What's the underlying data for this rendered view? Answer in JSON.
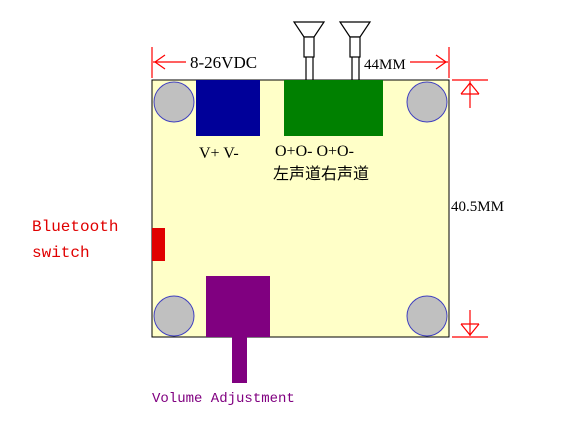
{
  "labels": {
    "voltage": "8-26VDC",
    "width_dim": "44MM",
    "height_dim": "40.5MM",
    "power_pins": "V+ V-",
    "audio_pins": "O+O- O+O-",
    "channels": "左声道右声道",
    "bluetooth_line1": "Bluetooth",
    "bluetooth_line2": "switch",
    "volume": "Volume Adjustment"
  },
  "colors": {
    "board": "#FFFFC8",
    "power_connector": "#000099",
    "audio_connector": "#008000",
    "bluetooth_switch": "#E00000",
    "volume_knob": "#800080",
    "mount_hole": "#C0C0C0",
    "dimension_line": "#FF0000",
    "bluetooth_text": "#E00000",
    "volume_text": "#800080"
  },
  "icons": [
    "speaker-icon",
    "speaker-icon",
    "mount-hole-icon"
  ]
}
